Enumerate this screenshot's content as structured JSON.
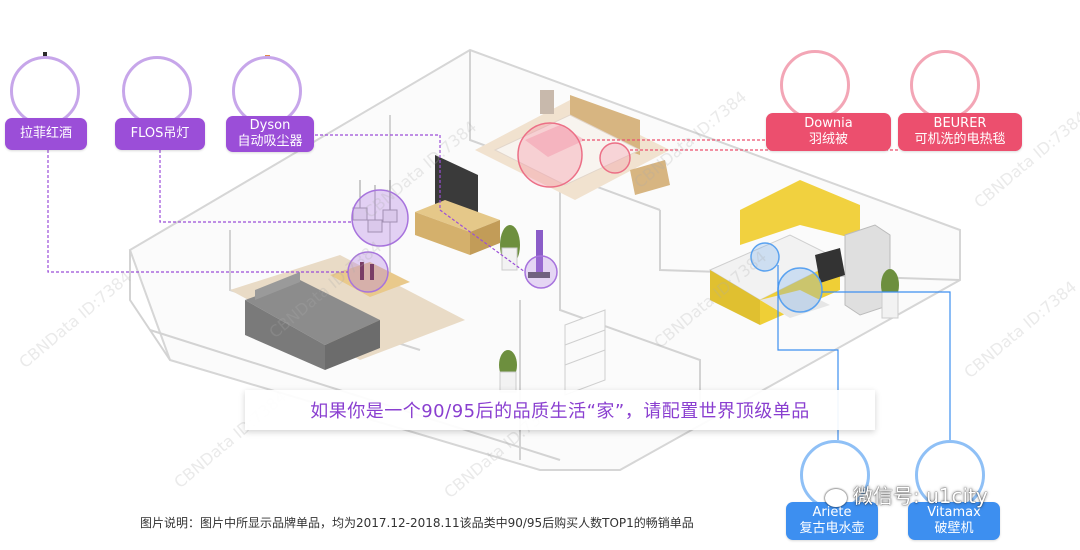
{
  "products": {
    "wine": {
      "name": "拉菲红酒"
    },
    "flos": {
      "name": "FLOS吊灯"
    },
    "dyson": {
      "brand": "Dyson",
      "name": "自动吸尘器"
    },
    "downia": {
      "brand": "Downia",
      "name": "羽绒被"
    },
    "beurer": {
      "brand": "BEURER",
      "name": "可机洗的电热毯"
    },
    "ariete": {
      "brand": "Ariete",
      "name": "复古电水壶"
    },
    "vitamax": {
      "brand": "Vitamax",
      "name": "破壁机"
    }
  },
  "banner": "如果你是一个90/95后的品质生活“家”，请配置世界顶级单品",
  "caption": "图片说明：图片中所显示品牌单品，均为2017.12-2018.11该品类中90/95后购买人数TOP1的畅销单品",
  "watermark": "CBNData ID:7384",
  "wechat": "微信号: u1city",
  "colors": {
    "purple": "#9b4ed8",
    "pink": "#ec4f6e",
    "blue": "#3d8ff0"
  }
}
